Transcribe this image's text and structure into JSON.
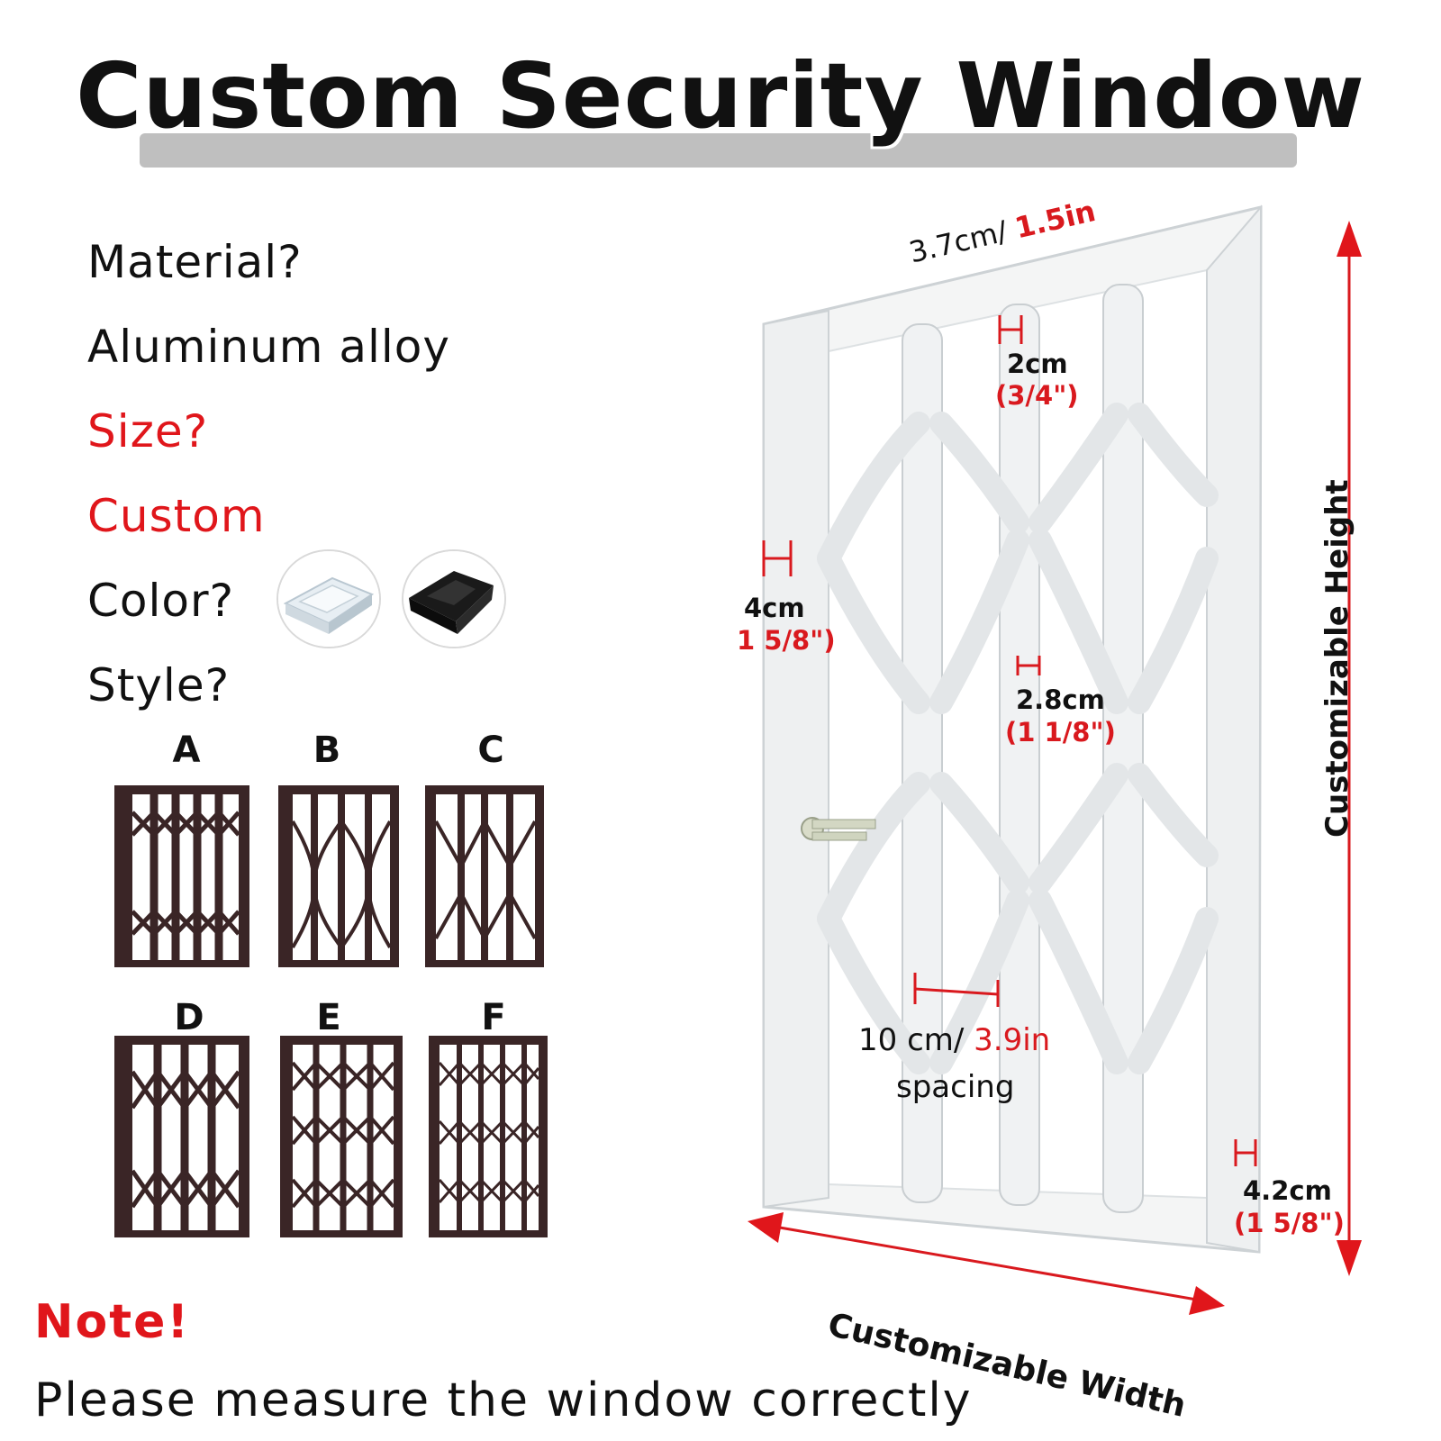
{
  "title": "Custom Security Window",
  "specs": {
    "material_q": "Material?",
    "material_a": "Aluminum alloy",
    "size_q": "Size?",
    "size_a": "Custom",
    "color_q": "Color?",
    "style_q": "Style?"
  },
  "color_swatches": [
    "white",
    "black"
  ],
  "styles": [
    "A",
    "B",
    "C",
    "D",
    "E",
    "F"
  ],
  "note": {
    "label": "Note!",
    "text": "Please measure the window correctly"
  },
  "dimensions": {
    "top_cm": "3.7cm/",
    "top_in": "1.5in",
    "bar_cm": "2cm",
    "bar_in": "(3/4\")",
    "side_cm": "4cm",
    "side_in": "1 5/8\")",
    "mid_cm": "2.8cm",
    "mid_in": "(1 1/8\")",
    "spacing_cm": "10 cm/",
    "spacing_in": "3.9in",
    "spacing_label": "spacing",
    "bottom_cm": "4.2cm",
    "bottom_in": "(1 5/8\")",
    "height_label": "Customizable Height",
    "width_label": "Customizable Width"
  },
  "colors": {
    "accent_red": "#e0161b",
    "frame_dark": "#3a2526",
    "window_white": "#f4f5f5"
  }
}
